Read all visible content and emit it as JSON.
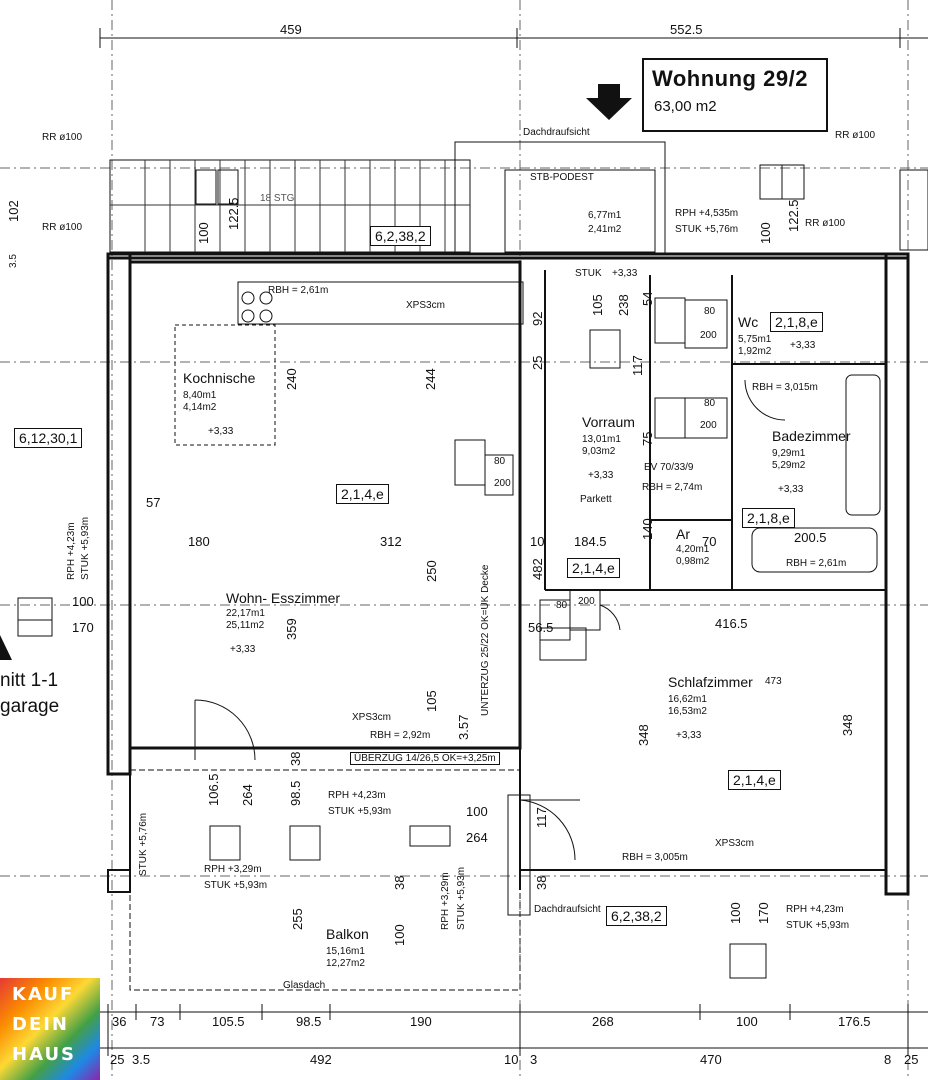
{
  "title": {
    "main": "Wohnung 29/2",
    "sub": "63,00 m2"
  },
  "top_dims": {
    "a": "459",
    "b": "552.5"
  },
  "markers": {
    "rr_left": "RR ø100",
    "rr_left2": "RR ø100",
    "rr_right": "RR ø100",
    "rr_right2": "RR ø100",
    "dachdraufsicht_top": "Dachdraufsicht",
    "dachdraufsicht_bottom": "Dachdraufsicht",
    "stg": "18 STG",
    "stb_podest": "STB-PODEST",
    "rph_top": "RPH +4,535m",
    "stuk_top": "STUK +5,76m",
    "rbh_kitchen": "RBH = 2,61m",
    "xps_top": "XPS3cm",
    "stuk_mid": "STUK",
    "stuk_mid2": "+3,33",
    "code_top": "6,2,38,2",
    "code_left": "6,12,30,1",
    "code_wc": "2,1,8,e",
    "code_bad": "2,1,8,e",
    "code_vorraum": "2,1,4,e",
    "code_wohn": "2,1,4,e",
    "code_schlaf": "2,1,4,e",
    "code_bottom": "6,2,38,2",
    "schnitt": "nitt 1-1",
    "garage": "garage",
    "rph_left": "RPH +4,23m",
    "stuk_left": "STUK +5,93m",
    "ueberzug": "ÜBERZUG 14/26,5 OK=+3,25m",
    "unterzug": "UNTERZUG 25/22 OK=UK Decke",
    "rbh_wohn": "RBH = 2,92m",
    "xps_mid": "XPS3cm",
    "rbh_vorraum": "RBH = 2,74m",
    "rbh_bad": "RBH = 3,015m",
    "rbh_bad2": "RBH = 2,61m",
    "rbh_schlaf": "RBH = 3,005m",
    "xps_schlaf": "XPS3cm",
    "rph_balkon1": "RPH +4,23m",
    "stuk_balkon1": "STUK +5,93m",
    "rph_balkon2": "RPH +3,29m",
    "stuk_balkon2": "STUK +5,93m",
    "rph_balkon3": "RPH +3,29m",
    "stuk_balkon3": "STUK +5,93m",
    "stuk_balkon4": "STUK +5,76m",
    "rph_bottom": "RPH +4,23m",
    "stuk_bottom": "STUK +5,93m",
    "glasdach": "Glasdach",
    "parkett": "Parkett",
    "door_ww": "EV 70/33/9"
  },
  "rooms": {
    "kochnische": {
      "name": "Kochnische",
      "a": "8,40m1",
      "b": "4,14m2",
      "h": "+3,33"
    },
    "wohn": {
      "name": "Wohn- Esszimmer",
      "a": "22,17m1",
      "b": "25,11m2",
      "h": "+3,33"
    },
    "vorraum": {
      "name": "Vorraum",
      "a": "13,01m1",
      "b": "9,03m2",
      "h": "+3,33"
    },
    "wc": {
      "name": "Wc",
      "a": "5,75m1",
      "b": "1,92m2",
      "h": "+3,33"
    },
    "bad": {
      "name": "Badezimmer",
      "a": "9,29m1",
      "b": "5,29m2",
      "h": "+3,33"
    },
    "ar": {
      "name": "Ar",
      "a": "4,20m1",
      "b": "0,98m2"
    },
    "schlaf": {
      "name": "Schlafzimmer",
      "w": "473",
      "a": "16,62m1",
      "b": "16,53m2",
      "h": "+3,33"
    },
    "balkon": {
      "name": "Balkon",
      "a": "15,16m1",
      "b": "12,27m2"
    },
    "stair": {
      "a": "6,77m1",
      "b": "2,41m2"
    }
  },
  "inner_dims": {
    "d240": "240",
    "d244": "244",
    "d57": "57",
    "d180": "180",
    "d312": "312",
    "d250": "250",
    "d359": "359",
    "d105": "105",
    "d357": "3.57",
    "d1845": "184.5",
    "d10": "10",
    "d140": "140",
    "d70": "70",
    "d2005": "200.5",
    "d4165": "416.5",
    "d348a": "348",
    "d348b": "348",
    "d482": "482",
    "d565": "56.5",
    "d80a": "80",
    "d200a": "200",
    "d80b": "80",
    "d200b": "200",
    "d80c": "80",
    "d200c": "200",
    "d80d": "80",
    "d200d": "200",
    "d100_170_a": "100",
    "d100_170_b": "170",
    "d102": "102",
    "d35": "3.5",
    "d92": "92",
    "d25": "25",
    "d117": "117",
    "d75": "75",
    "d105b": "105",
    "d238": "238",
    "d54": "54",
    "d1065": "106.5",
    "d264": "264",
    "d985": "98.5",
    "d38a": "38",
    "d255": "255",
    "d100b": "100",
    "d100c": "100",
    "d264b": "264",
    "d38b": "38",
    "d38c": "38",
    "d117b": "117",
    "d100d": "100",
    "d170d": "170",
    "d1225a": "122.5",
    "d1225b": "122.5",
    "d100e": "100",
    "d100f": "100"
  },
  "bottom_dims": {
    "row1": [
      "36",
      "73",
      "105.5",
      "98.5",
      "190",
      "268",
      "100",
      "176.5"
    ],
    "row2": [
      "25",
      "3.5",
      "492",
      "10",
      "3",
      "470",
      "8",
      "25"
    ]
  },
  "logo": {
    "l1": "KAUF",
    "l2": "DEIN",
    "l3": "HAUS"
  }
}
